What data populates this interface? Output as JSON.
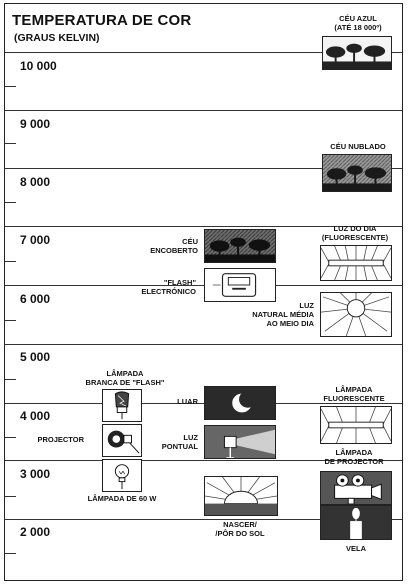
{
  "title": "TEMPERATURA DE COR",
  "subtitle": "(GRAUS KELVIN)",
  "scale": [
    "10 000",
    "9 000",
    "8 000",
    "7 000",
    "6 000",
    "5 000",
    "4 000",
    "3 000",
    "2 000"
  ],
  "sources": {
    "ceu_azul": "CÉU AZUL\n(ATÉ 18 000º)",
    "ceu_nublado": "CÉU NUBLADO",
    "luz_do_dia": "LUZ DO DIA\n(FLUORESCENTE)",
    "ceu_encoberto": "CÉU\nENCOBERTO",
    "flash_electronico": "\"FLASH\"\nELECTRÓNICO",
    "luz_natural": "LUZ\nNATURAL MÉDIA\nAO MEIO DIA",
    "lampada_flash": "LÂMPADA\nBRANCA DE \"FLASH\"",
    "luar": "LUAR",
    "lampada_fluorescente": "LÂMPADA\nFLUORESCENTE",
    "projector": "PROJECTOR",
    "luz_pontual": "LUZ\nPONTUAL",
    "lampada_projector": "LÂMPADA\nDE PROJECTOR",
    "lampada_60w": "LÂMPADA DE 60 W",
    "nascer_por_do_sol": "NASCER/\n/PÔR DO SOL",
    "vela": "VELA"
  }
}
